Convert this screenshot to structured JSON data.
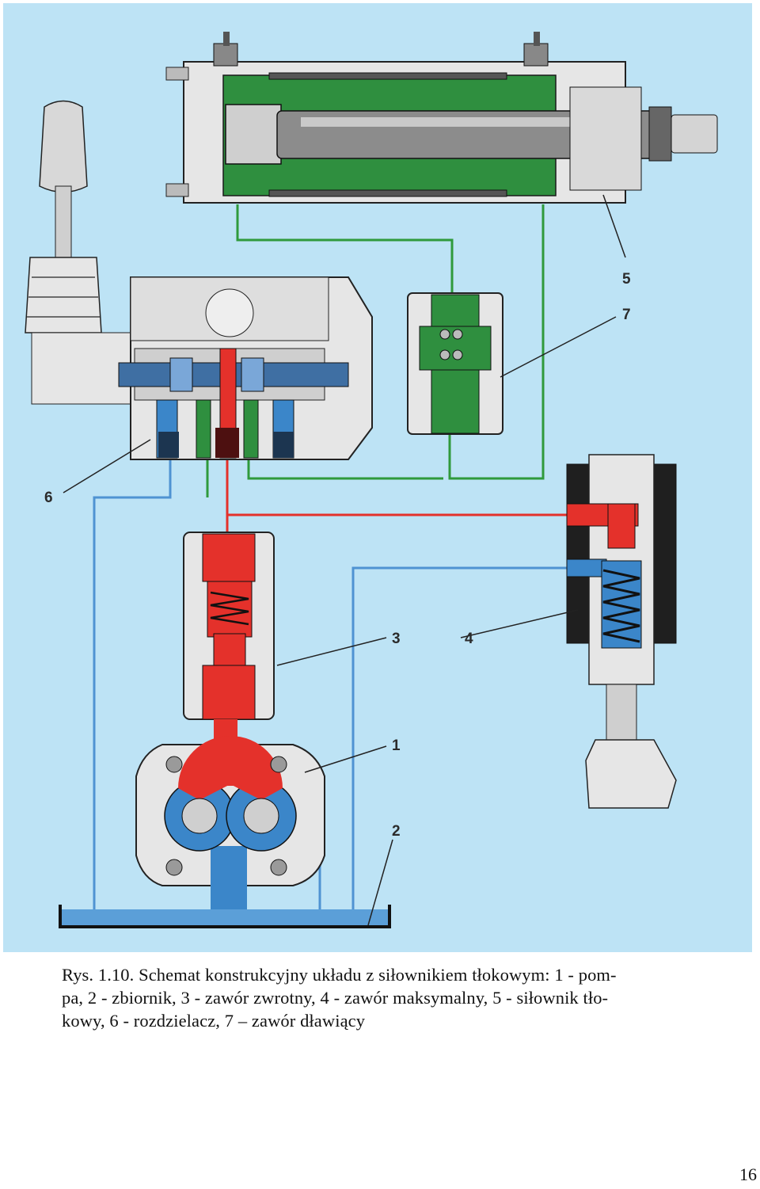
{
  "labels": {
    "l1": "1",
    "l2": "2",
    "l3": "3",
    "l4": "4",
    "l5": "5",
    "l6": "6",
    "l7": "7"
  },
  "caption": {
    "line1": "Rys. 1.10. Schemat konstrukcyjny układu z siłownikiem tłokowym: 1 - pom-",
    "line2": "pa, 2 - zbiornik, 3 - zawór zwrotny, 4 - zawór maksymalny, 5 - siłownik tło-",
    "line3": "kowy, 6 - rozdzielacz, 7 – zawór dławiący"
  },
  "page_number": "16",
  "colors": {
    "background": "#bde3f5",
    "body_grey": "#e6e6e6",
    "pressure_red": "#e4312b",
    "return_blue": "#3b86c9",
    "cylinder_green": "#2f8f3f",
    "outline": "#1a1a1a"
  }
}
